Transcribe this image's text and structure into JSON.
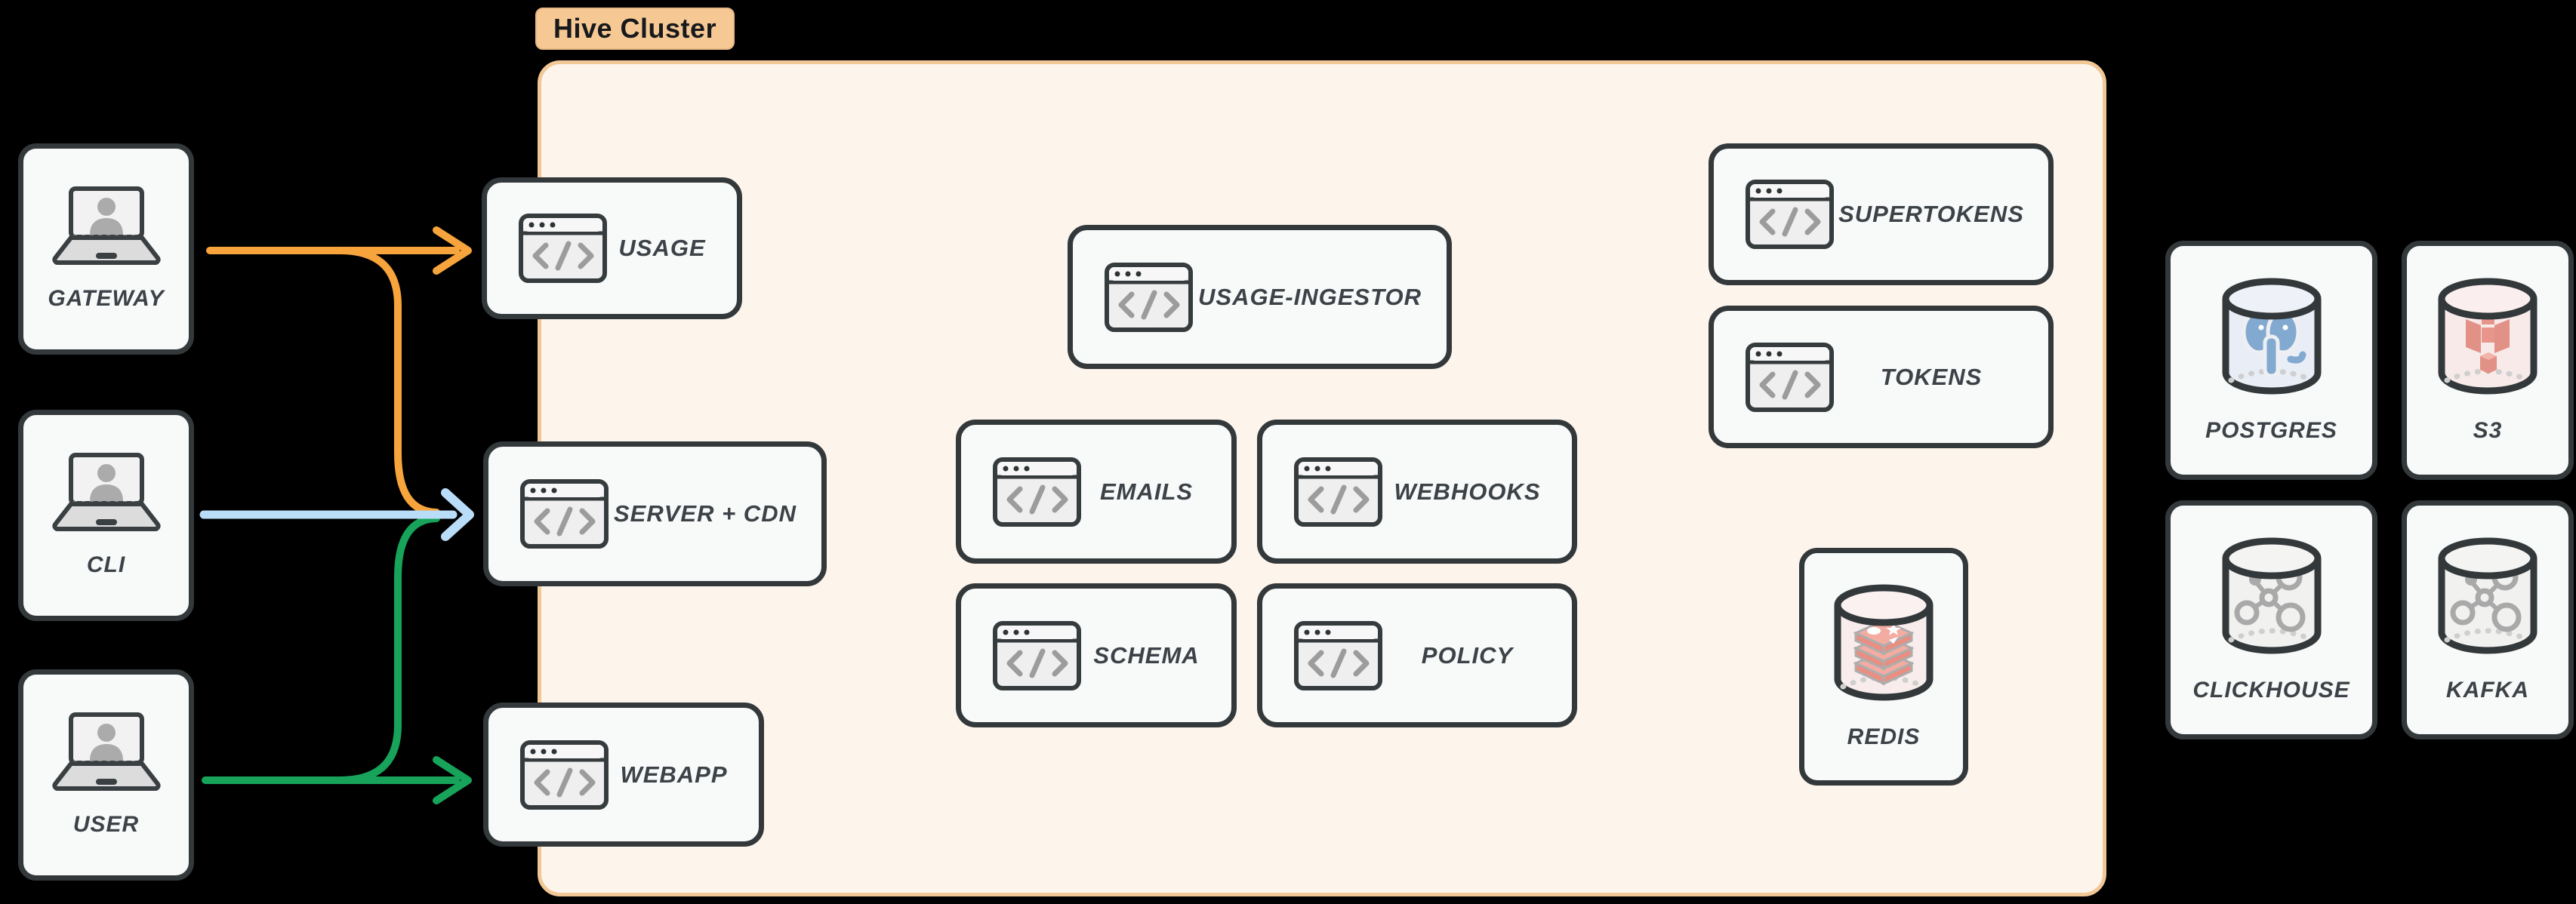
{
  "cluster": {
    "label": "Hive Cluster"
  },
  "actors": [
    {
      "id": "gateway",
      "label": "GATEWAY"
    },
    {
      "id": "cli",
      "label": "CLI"
    },
    {
      "id": "user",
      "label": "USER"
    }
  ],
  "services": {
    "usage": {
      "label": "USAGE",
      "icon": "code-window-icon"
    },
    "server_cdn": {
      "label": "SERVER + CDN",
      "icon": "code-window-icon"
    },
    "webapp": {
      "label": "WEBAPP",
      "icon": "code-window-icon"
    },
    "usage_ingestor": {
      "label": "USAGE-INGESTOR",
      "icon": "code-window-icon"
    },
    "emails": {
      "label": "EMAILS",
      "icon": "code-window-icon"
    },
    "webhooks": {
      "label": "WEBHOOKS",
      "icon": "code-window-icon"
    },
    "schema": {
      "label": "SCHEMA",
      "icon": "code-window-icon"
    },
    "policy": {
      "label": "POLICY",
      "icon": "code-window-icon"
    },
    "supertokens": {
      "label": "SUPERTOKENS",
      "icon": "code-window-icon"
    },
    "tokens": {
      "label": "TOKENS",
      "icon": "code-window-icon"
    }
  },
  "datastores": {
    "redis": {
      "label": "REDIS",
      "icon": "redis-database-icon"
    },
    "postgres": {
      "label": "POSTGRES",
      "icon": "postgres-database-icon"
    },
    "s3": {
      "label": "S3",
      "icon": "s3-database-icon"
    },
    "clickhouse": {
      "label": "CLICKHOUSE",
      "icon": "clickhouse-database-icon"
    },
    "kafka": {
      "label": "KAFKA",
      "icon": "kafka-database-icon"
    }
  },
  "edges": [
    {
      "from": "GATEWAY",
      "to": "USAGE",
      "color": "#F6A43B"
    },
    {
      "from": "GATEWAY",
      "to": "SERVER + CDN",
      "color": "#F6A43B"
    },
    {
      "from": "CLI",
      "to": "SERVER + CDN",
      "color": "#B9DCF8"
    },
    {
      "from": "USER",
      "to": "SERVER + CDN",
      "color": "#17A35A"
    },
    {
      "from": "USER",
      "to": "WEBAPP",
      "color": "#17A35A"
    }
  ],
  "colors": {
    "background": "#000000",
    "cluster_fill": "#FDF4EC",
    "cluster_border": "#F2C796",
    "badge_bg": "#F6C994",
    "node_fill": "#F8FAF9",
    "node_border": "#33383B",
    "label_text": "#3C4247",
    "icon_gray": "#9C9C9C",
    "postgres_logo": "#82A9CF",
    "s3_logo": "#E29187",
    "redis_logo": "#EE9A8E",
    "molecule_gray": "#A9A9A9"
  }
}
